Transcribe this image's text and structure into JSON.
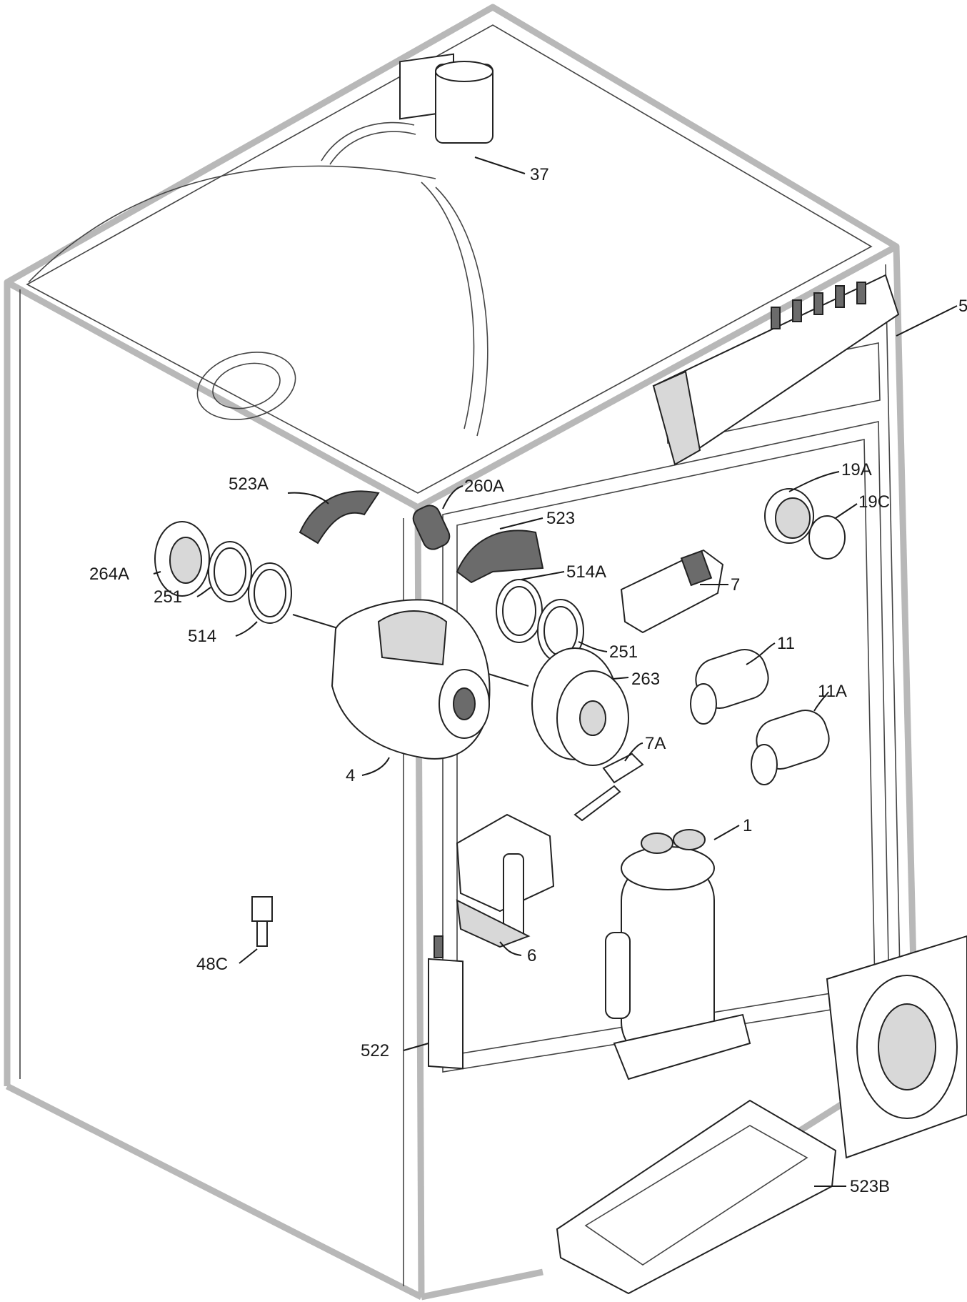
{
  "callouts": {
    "c37": "37",
    "c5": "5",
    "c19A": "19A",
    "c19C": "19C",
    "c523A": "523A",
    "c260A": "260A",
    "c523": "523",
    "c264A": "264A",
    "c251a": "251",
    "c514": "514",
    "c514A": "514A",
    "c7": "7",
    "c251b": "251",
    "c263": "263",
    "c11": "11",
    "c11A": "11A",
    "c4": "4",
    "c7A": "7A",
    "c1": "1",
    "c6": "6",
    "c48C": "48C",
    "c522": "522",
    "c523B": "523B"
  }
}
